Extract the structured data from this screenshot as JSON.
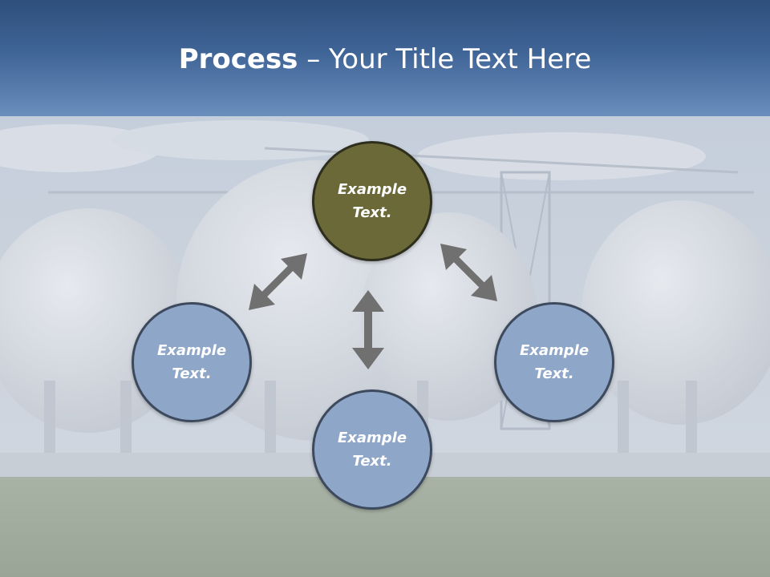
{
  "slide": {
    "title_bold": "Process",
    "title_rest": " – Your Title Text Here"
  },
  "nodes": {
    "top": {
      "line1": "Example",
      "line2": "Text."
    },
    "left": {
      "line1": "Example",
      "line2": "Text."
    },
    "right": {
      "line1": "Example",
      "line2": "Text."
    },
    "bottom": {
      "line1": "Example",
      "line2": "Text."
    }
  },
  "colors": {
    "header_top": "#2e4f7c",
    "header_bottom": "#6a8fbd",
    "accent_node": "#6a6937",
    "node": "#8ea6c8",
    "arrow": "#707070"
  },
  "background_image": "industrial-spherical-tanks-photo"
}
